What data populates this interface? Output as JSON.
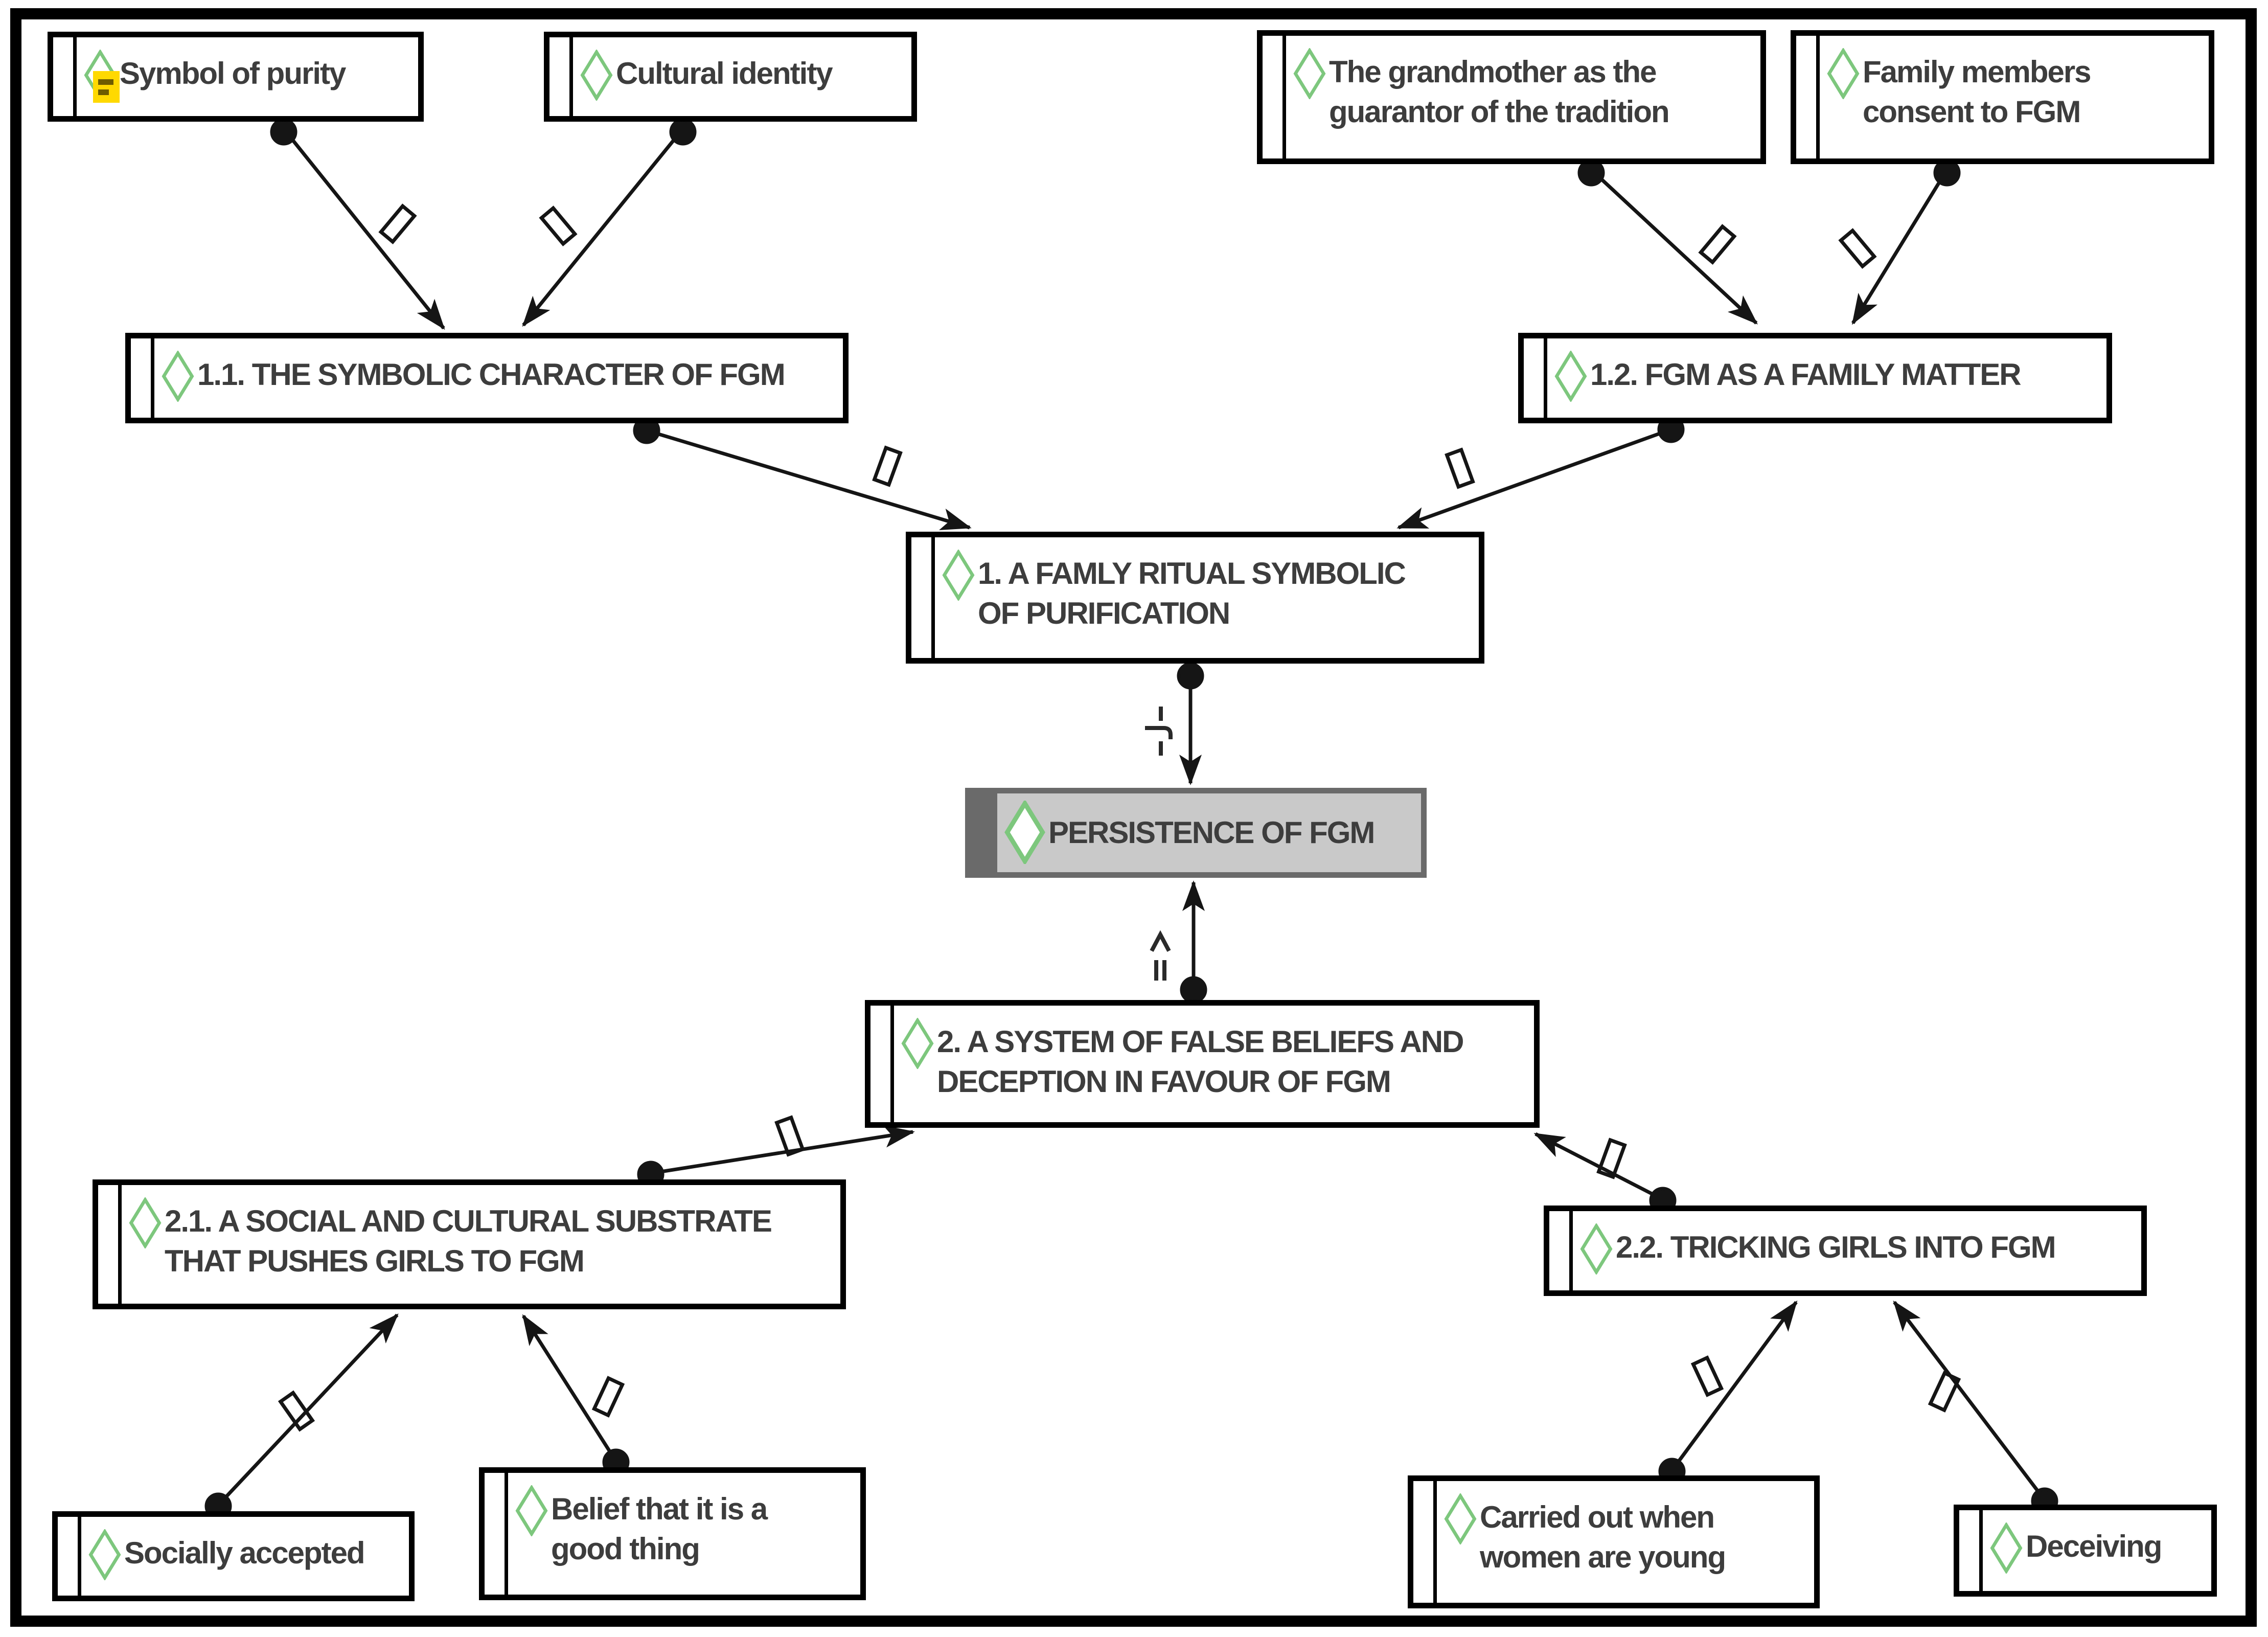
{
  "diagram": {
    "title": "Concept map: persistence of FGM",
    "nodes": [
      {
        "id": "symbol-of-purity",
        "label": "Symbol of purity",
        "type": "code",
        "has_memo": true,
        "highlighted": false
      },
      {
        "id": "cultural-identity",
        "label": "Cultural identity",
        "type": "code",
        "has_memo": false,
        "highlighted": false
      },
      {
        "id": "grandmother-guarantor",
        "label": "The grandmother as the\nguarantor of the tradition",
        "type": "code",
        "has_memo": false,
        "highlighted": false
      },
      {
        "id": "family-consent",
        "label": "Family members\nconsent to FGM",
        "type": "code",
        "has_memo": false,
        "highlighted": false
      },
      {
        "id": "symbolic-character",
        "label": "1.1. THE SYMBOLIC CHARACTER OF FGM",
        "type": "code",
        "has_memo": false,
        "highlighted": false
      },
      {
        "id": "family-matter",
        "label": "1.2. FGM AS A FAMILY MATTER",
        "type": "code",
        "has_memo": false,
        "highlighted": false
      },
      {
        "id": "family-ritual",
        "label": "1. A FAMLY RITUAL SYMBOLIC\nOF PURIFICATION",
        "type": "code",
        "has_memo": false,
        "highlighted": false
      },
      {
        "id": "persistence-of-fgm",
        "label": "PERSISTENCE OF FGM",
        "type": "code",
        "has_memo": false,
        "highlighted": true
      },
      {
        "id": "false-beliefs",
        "label": "2. A SYSTEM OF FALSE BELIEFS AND\nDECEPTION IN FAVOUR OF FGM",
        "type": "code",
        "has_memo": false,
        "highlighted": false
      },
      {
        "id": "social-cultural-substrate",
        "label": "2.1. A SOCIAL AND CULTURAL SUBSTRATE\nTHAT PUSHES GIRLS TO FGM",
        "type": "code",
        "has_memo": false,
        "highlighted": false
      },
      {
        "id": "tricking-girls",
        "label": "2.2. TRICKING GIRLS INTO FGM",
        "type": "code",
        "has_memo": false,
        "highlighted": false
      },
      {
        "id": "socially-accepted",
        "label": "Socially accepted",
        "type": "code",
        "has_memo": false,
        "highlighted": false
      },
      {
        "id": "belief-good-thing",
        "label": "Belief that it is a\ngood thing",
        "type": "code",
        "has_memo": false,
        "highlighted": false
      },
      {
        "id": "carried-out-young",
        "label": "Carried out when\nwomen are young",
        "type": "code",
        "has_memo": false,
        "highlighted": false
      },
      {
        "id": "deceiving",
        "label": "Deceiving",
        "type": "code",
        "has_memo": false,
        "highlighted": false
      }
    ],
    "edges": [
      {
        "from": "symbol-of-purity",
        "to": "symbolic-character",
        "label_glyph": "missing-glyph-box"
      },
      {
        "from": "cultural-identity",
        "to": "symbolic-character",
        "label_glyph": "missing-glyph-box"
      },
      {
        "from": "grandmother-guarantor",
        "to": "family-matter",
        "label_glyph": "missing-glyph-box"
      },
      {
        "from": "family-consent",
        "to": "family-matter",
        "label_glyph": "missing-glyph-box"
      },
      {
        "from": "symbolic-character",
        "to": "family-ritual",
        "label_glyph": "missing-glyph-box"
      },
      {
        "from": "family-matter",
        "to": "family-ritual",
        "label_glyph": "missing-glyph-box"
      },
      {
        "from": "family-ritual",
        "to": "persistence-of-fgm",
        "label_glyph": "rotated -> glyph"
      },
      {
        "from": "false-beliefs",
        "to": "persistence-of-fgm",
        "label_glyph": "rotated => glyph"
      },
      {
        "from": "social-cultural-substrate",
        "to": "false-beliefs",
        "label_glyph": "missing-glyph-box"
      },
      {
        "from": "tricking-girls",
        "to": "false-beliefs",
        "label_glyph": "missing-glyph-box"
      },
      {
        "from": "socially-accepted",
        "to": "social-cultural-substrate",
        "label_glyph": "missing-glyph-box"
      },
      {
        "from": "belief-good-thing",
        "to": "social-cultural-substrate",
        "label_glyph": "missing-glyph-box"
      },
      {
        "from": "carried-out-young",
        "to": "tricking-girls",
        "label_glyph": "missing-glyph-box"
      },
      {
        "from": "deceiving",
        "to": "tricking-girls",
        "label_glyph": "missing-glyph-box"
      }
    ],
    "colors": {
      "node_border": "#000000",
      "node_text": "#3d3d3d",
      "code_icon_green": "#7dc77d",
      "memo_yellow": "#ffd900",
      "memo_lines": "#6e5c00",
      "highlight_fill": "#c9c9c9",
      "highlight_border": "#6a6a6a",
      "connector": "#151515"
    }
  }
}
